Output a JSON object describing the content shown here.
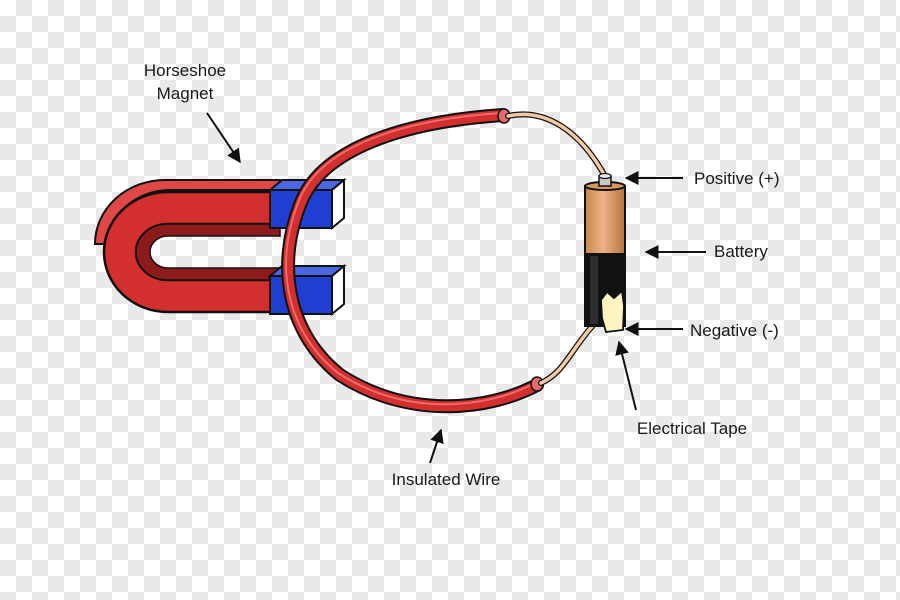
{
  "labels": {
    "magnet_line1": "Horseshoe",
    "magnet_line2": "Magnet",
    "positive": "Positive (+)",
    "battery": "Battery",
    "negative": "Negative (-)",
    "tape": "Electrical Tape",
    "wire": "Insulated Wire"
  },
  "colors": {
    "magnet_red": "#d32f2f",
    "magnet_dark": "#8e1b1b",
    "pole_blue": "#1f3fd1",
    "wire_red": "#d32f2f",
    "copper": "#f2c9a2",
    "battery_tan": "#e3a66f",
    "battery_black": "#111111",
    "tape": "#fff3c0"
  }
}
